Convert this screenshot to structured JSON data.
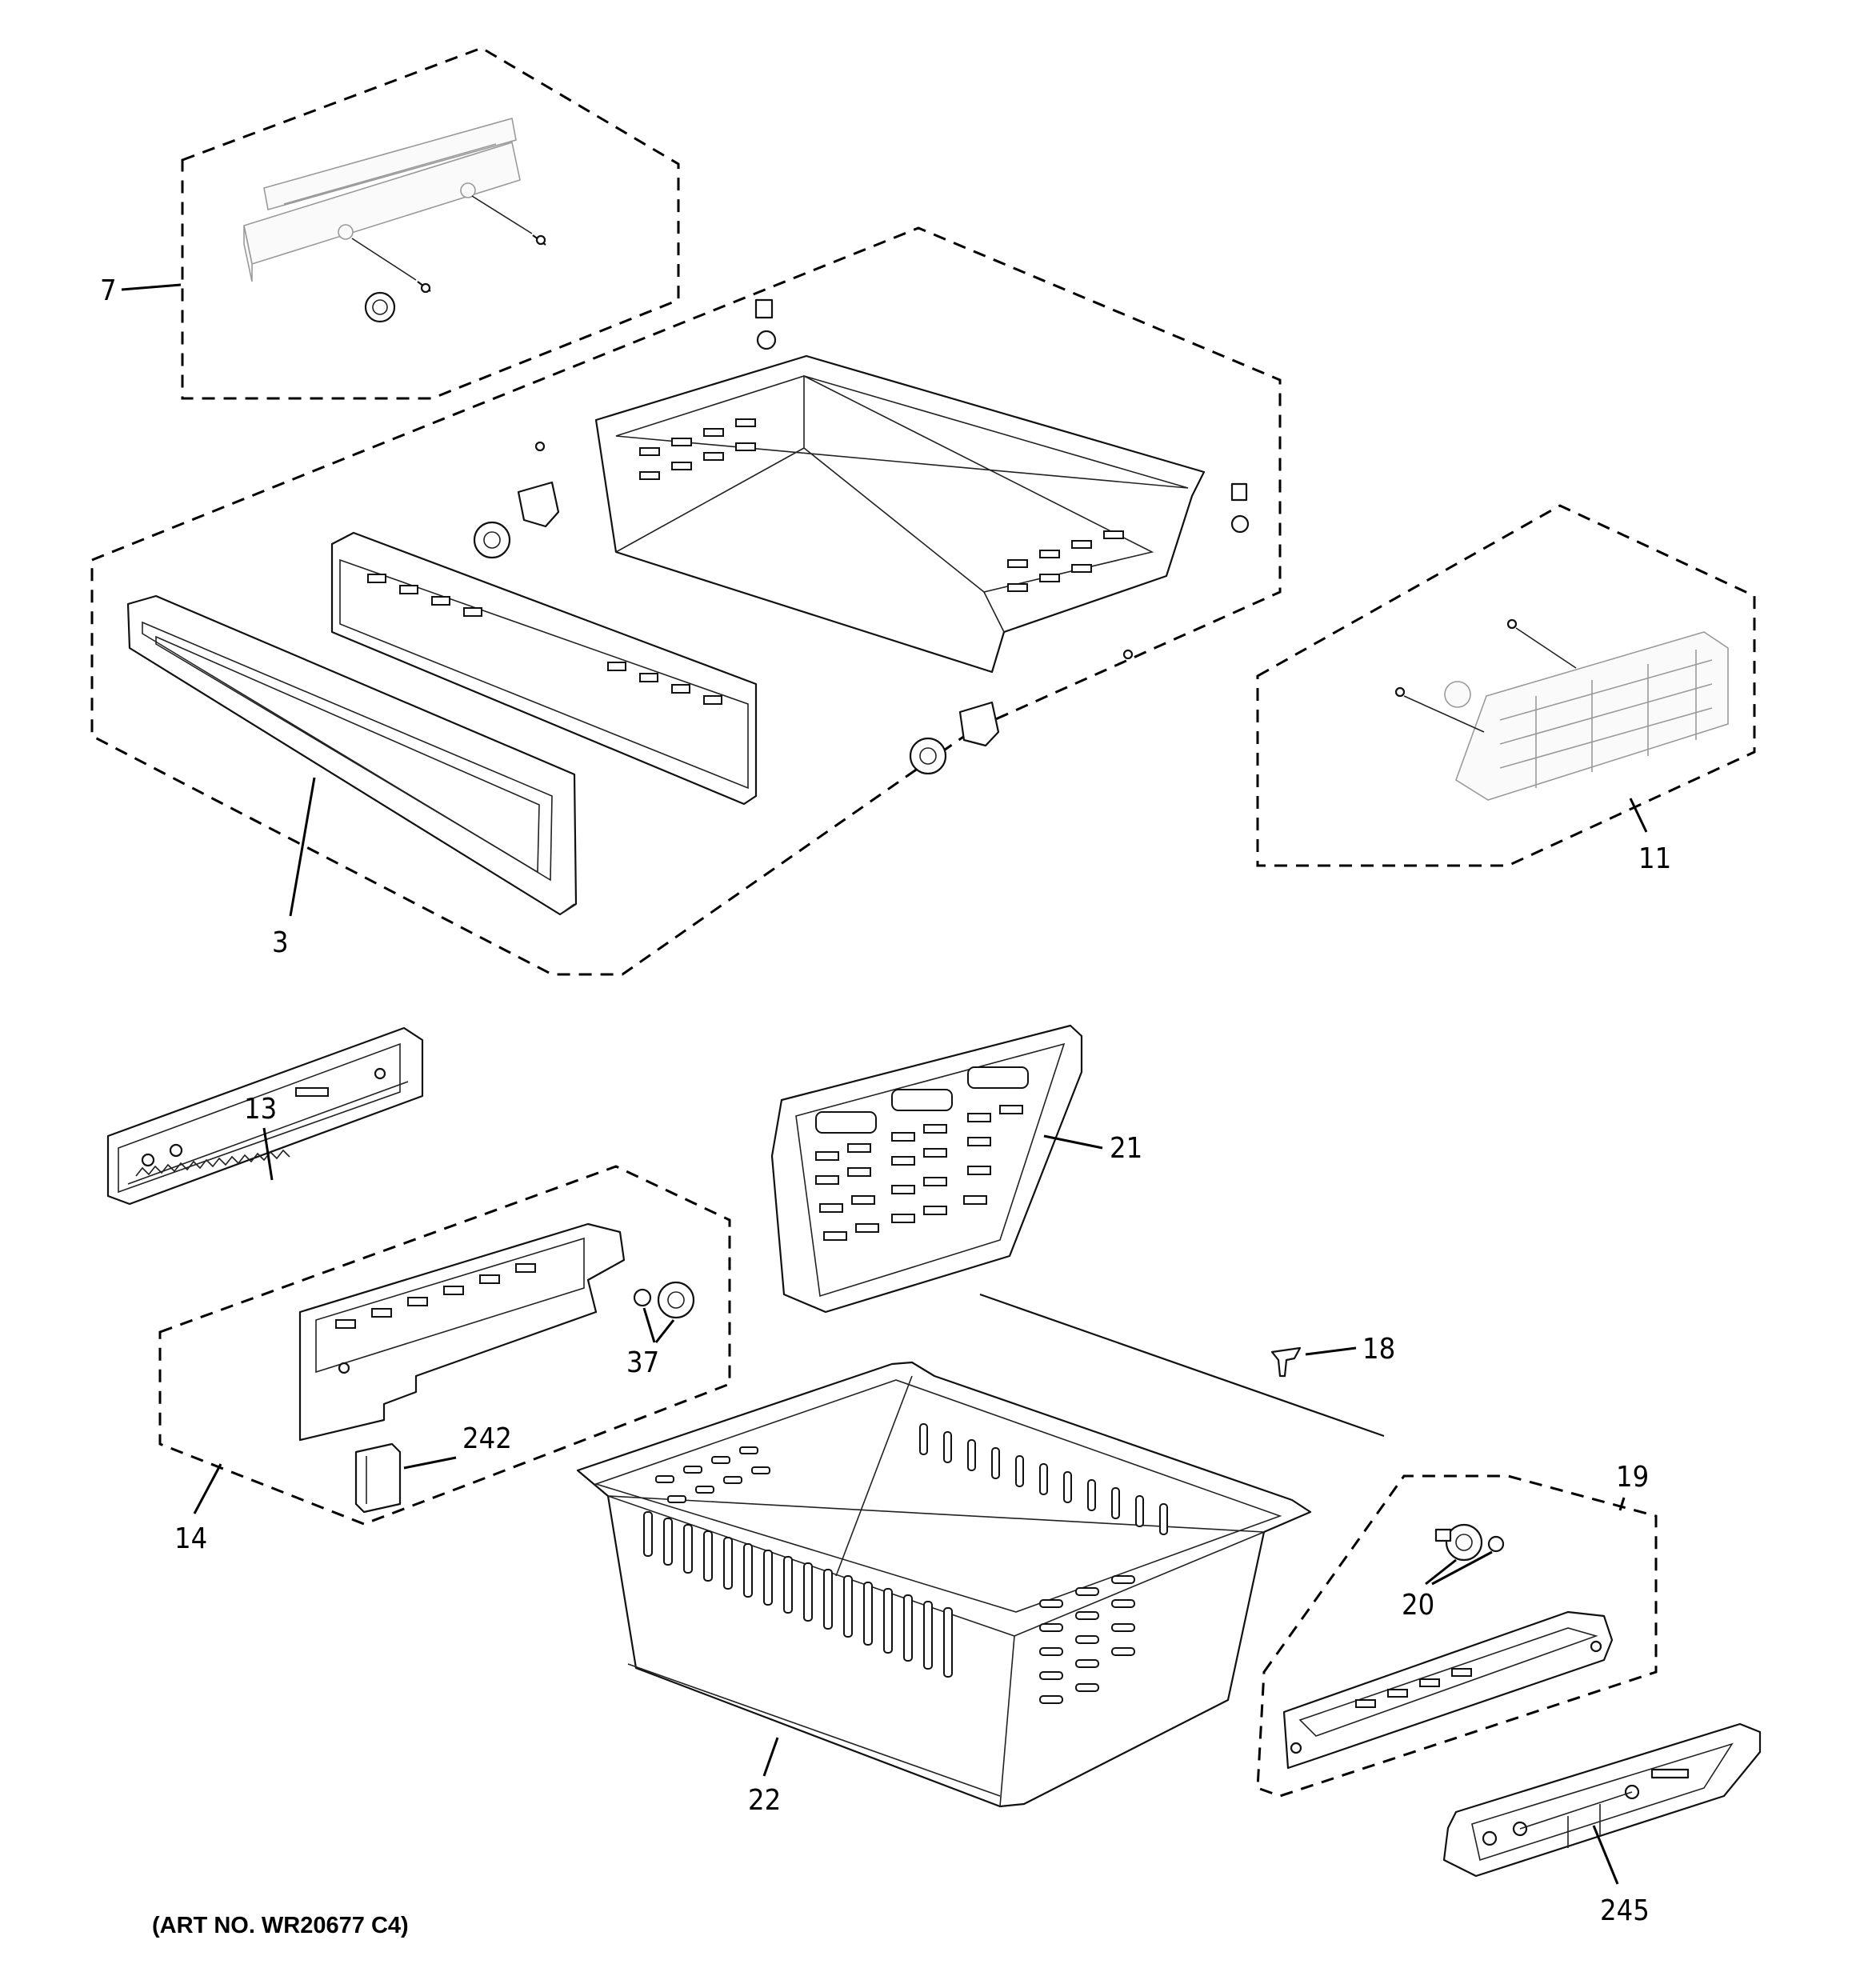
{
  "callouts": {
    "c7": "7",
    "c3": "3",
    "c11": "11",
    "c13": "13",
    "c21": "21",
    "c37": "37",
    "c18": "18",
    "c242": "242",
    "c14": "14",
    "c19": "19",
    "c20": "20",
    "c22": "22",
    "c245": "245"
  },
  "art_number": "(ART NO. WR20677 C4)"
}
